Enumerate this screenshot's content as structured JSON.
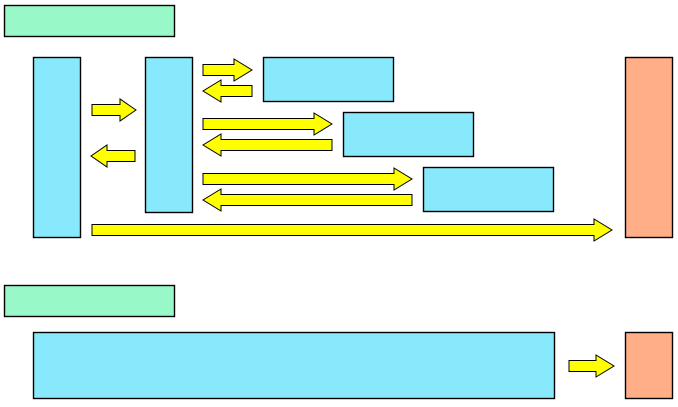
{
  "colors": {
    "label_fill": "#98F8C8",
    "block_fill": "#88E8FC",
    "target_fill": "#FFAE88",
    "arrow_fill": "#FFFF00",
    "stroke": "#000000"
  },
  "diagram": {
    "sections": [
      {
        "id": "top",
        "label": ""
      },
      {
        "id": "bottom",
        "label": ""
      }
    ],
    "nodes": [
      {
        "id": "top-label",
        "role": "label",
        "text": ""
      },
      {
        "id": "top-source",
        "role": "block",
        "text": ""
      },
      {
        "id": "top-hub",
        "role": "block",
        "text": ""
      },
      {
        "id": "top-stage-1",
        "role": "block",
        "text": ""
      },
      {
        "id": "top-stage-2",
        "role": "block",
        "text": ""
      },
      {
        "id": "top-stage-3",
        "role": "block",
        "text": ""
      },
      {
        "id": "top-target",
        "role": "target",
        "text": ""
      },
      {
        "id": "bottom-label",
        "role": "label",
        "text": ""
      },
      {
        "id": "bottom-wide",
        "role": "block",
        "text": ""
      },
      {
        "id": "bottom-target",
        "role": "target",
        "text": ""
      }
    ],
    "arrows": [
      {
        "id": "source-to-hub",
        "from": "top-source",
        "to": "top-hub",
        "direction": "right"
      },
      {
        "id": "hub-to-source",
        "from": "top-hub",
        "to": "top-source",
        "direction": "left"
      },
      {
        "id": "hub-to-stage-1",
        "from": "top-hub",
        "to": "top-stage-1",
        "direction": "right"
      },
      {
        "id": "stage-1-to-hub",
        "from": "top-stage-1",
        "to": "top-hub",
        "direction": "left"
      },
      {
        "id": "hub-to-stage-2",
        "from": "top-hub",
        "to": "top-stage-2",
        "direction": "right"
      },
      {
        "id": "stage-2-to-hub",
        "from": "top-stage-2",
        "to": "top-hub",
        "direction": "left"
      },
      {
        "id": "hub-to-stage-3",
        "from": "top-hub",
        "to": "top-stage-3",
        "direction": "right"
      },
      {
        "id": "stage-3-to-hub",
        "from": "top-stage-3",
        "to": "top-hub",
        "direction": "left"
      },
      {
        "id": "source-to-target",
        "from": "top-source",
        "to": "top-target",
        "direction": "right"
      },
      {
        "id": "wide-to-target",
        "from": "bottom-wide",
        "to": "bottom-target",
        "direction": "right"
      }
    ]
  }
}
